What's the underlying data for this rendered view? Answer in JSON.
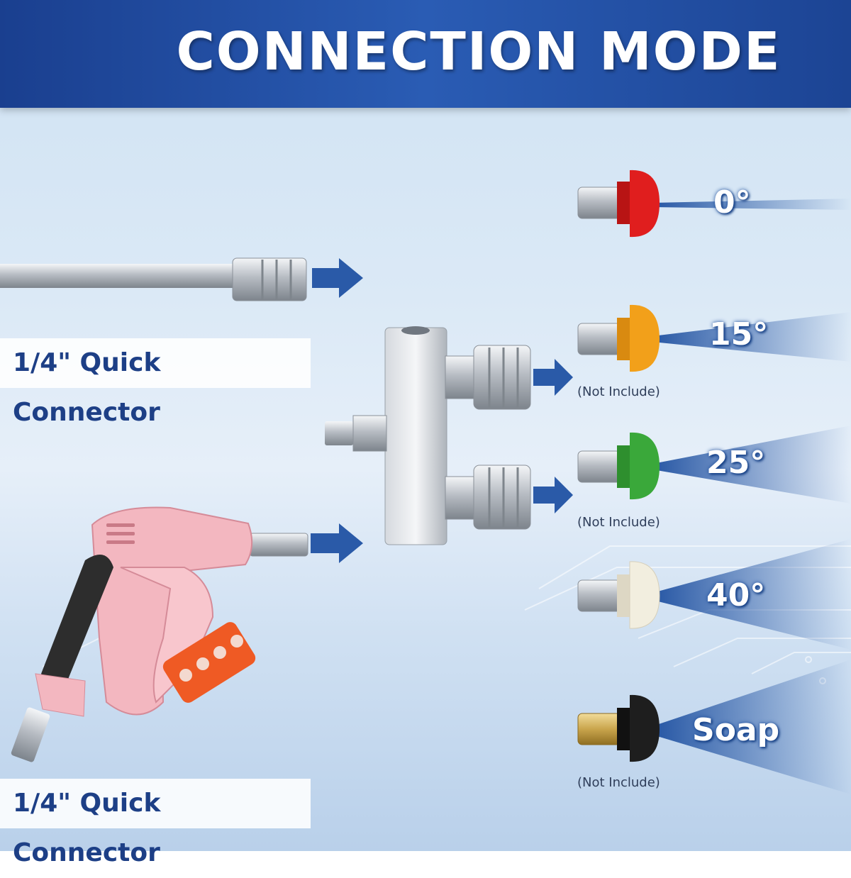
{
  "title": "CONNECTION MODE",
  "labels": {
    "wand_connector": "1/4\" Quick Connector",
    "gun_connector": "1/4\" Quick Connector"
  },
  "nozzles": [
    {
      "angle": "0°",
      "color": "#e01e1e"
    },
    {
      "angle": "15°",
      "color": "#f2a01a"
    },
    {
      "angle": "25°",
      "color": "#3aa83a"
    },
    {
      "angle": "40°",
      "color": "#f2eedf"
    },
    {
      "angle": "Soap",
      "color": "#1e1e1e"
    }
  ],
  "not_include": [
    "(Not Include)",
    "(Not Include)",
    "(Not Include)"
  ],
  "colors": {
    "banner": "#1f4a9e",
    "arrow": "#2a5aa8",
    "gun_body": "#f3b7c0",
    "nozzle_holder": "#ef5a24"
  }
}
